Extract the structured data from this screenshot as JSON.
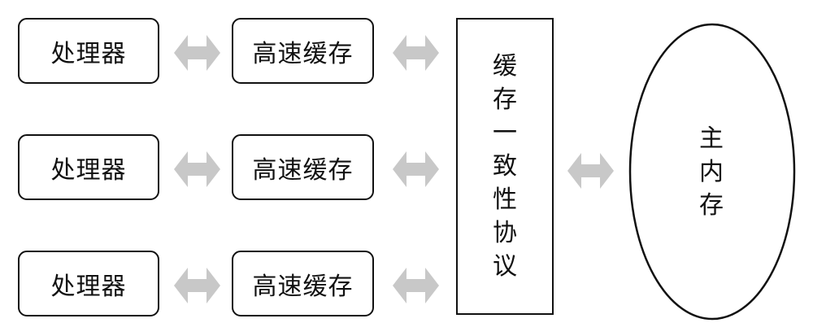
{
  "diagram": {
    "rows": [
      {
        "processor": "处理器",
        "cache": "高速缓存"
      },
      {
        "processor": "处理器",
        "cache": "高速缓存"
      },
      {
        "processor": "处理器",
        "cache": "高速缓存"
      }
    ],
    "protocol": {
      "label": "缓存一致性协议",
      "chars": [
        "缓",
        "存",
        "一",
        "致",
        "性",
        "协",
        "议"
      ]
    },
    "memory": {
      "label": "主内存",
      "chars": [
        "主",
        "内",
        "存"
      ]
    },
    "arrow_icon": "double-arrow-icon",
    "colors": {
      "arrow": "#c8c8c8",
      "stroke": "#111111",
      "text": "#111111"
    }
  }
}
